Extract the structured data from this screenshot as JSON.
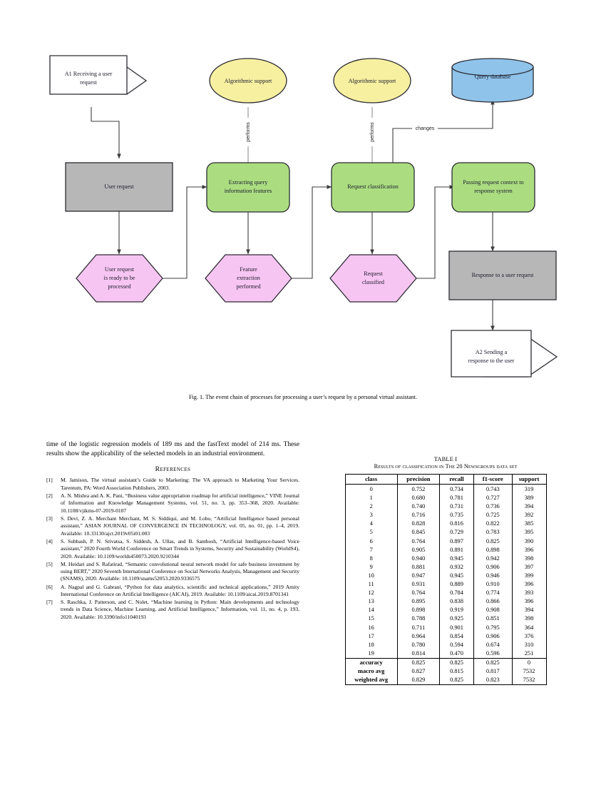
{
  "figure": {
    "caption": "Fig. 1.  The event chain of processes for processing a user’s request by a personal virtual assistant.",
    "colors": {
      "yellow": "#f7f0a0",
      "green": "#abdd80",
      "pink": "#f7c5f1",
      "blue": "#8fc3ea",
      "gray": "#b7b7b7",
      "white": "#ffffff",
      "outline": "#2b2b33"
    },
    "nodes": {
      "start_event": "A1 Receiving a user request",
      "user_request_obj": "User request",
      "user_request_state": "User request is ready to be processed",
      "algorithmic_support_1": "Algorithmic support",
      "extracting_features": "Extracting query information features",
      "feature_extraction_state": "Feature extraction performed",
      "algorithmic_support_2": "Algorithmic support",
      "request_classification": "Request classification",
      "request_classified_state": "Request classified",
      "query_database": "Query database",
      "passing_context": "Passing request context to response system",
      "response_obj": "Response to a user request",
      "end_event": "A2 Sending a response to the user"
    },
    "edge_labels": {
      "performs_1": "performs",
      "performs_2": "performs",
      "changes": "changes"
    }
  },
  "left_column": {
    "paragraph": "time of the logistic regression models of 189 ms and the fastText model of 214 ms. These results show the applicability of the selected models in an industrial environment.",
    "references_heading": "References",
    "references": [
      {
        "num": "[1]",
        "text": "M. Jamison, The virtual assistant’s Guide to Marketing: The VA approach to Marketing Your Services. Tarentum, PA: Word Association Publishers, 2003."
      },
      {
        "num": "[2]",
        "text": "A. N. Mishra and A. K. Pani, “Business value appropriation roadmap for artificial intelligence,” VINE Journal of Information and Knowledge Management Systems, vol. 51, no. 3, pp. 353–368, 2020. Available: 10.1108/vjikms-07-2019-0107"
      },
      {
        "num": "[3]",
        "text": "S. Devi, Z. A. Merchant Merchant, M. S. Siddiqui, and M. Lobo, “Artificial Intelligence based personal assistant,” ASIAN JOURNAL OF CONVERGENCE IN TECHNOLOGY, vol. 05, no. 01, pp. 1–4, 2019. Available: 10.33130/ajct.2019v05i01.003"
      },
      {
        "num": "[4]",
        "text": "S. Subhash, P. N. Srivatsa, S. Siddesh, A. Ullas, and B. Santhosh, “Artificial Intelligence-based Voice assistant,” 2020 Fourth World Conference on Smart Trends in Systems, Security and Sustainability (WorldS4), 2020. Available: 10.1109/worlds450073.2020.9210344"
      },
      {
        "num": "[5]",
        "text": "M. Heidari and S. Rafatirad, “Semantic convolutional neural network model for safe business investment by using BERT,” 2020 Seventh International Conference on Social Networks Analysis, Management and Security (SNAMS), 2020. Available: 10.1109/snams52053.2020.9336575"
      },
      {
        "num": "[6]",
        "text": "A. Nagpal and G. Gabrani, “Python for data analytics, scientific and technical applications,” 2019 Amity International Conference on Artificial Intelligence (AICAI), 2019. Available: 10.1109/aicai.2019.8701341"
      },
      {
        "num": "[7]",
        "text": "S. Raschka, J. Patterson, and C. Nolet, “Machine learning in Python: Main developments and technology trends in Data Science, Machine Learning, and Artificial Intelligence,” Information, vol. 11, no. 4, p. 193, 2020. Available: 10.3390/info11040193"
      }
    ]
  },
  "table": {
    "title": "TABLE I",
    "subtitle": "Results of classification in The 20 Newsgroups data set",
    "columns": [
      "class",
      "precision",
      "recall",
      "f1-score",
      "support"
    ],
    "rows": [
      [
        "0",
        "0.752",
        "0.734",
        "0.743",
        "319"
      ],
      [
        "1",
        "0.680",
        "0.781",
        "0.727",
        "389"
      ],
      [
        "2",
        "0.740",
        "0.731",
        "0.736",
        "394"
      ],
      [
        "3",
        "0.716",
        "0.735",
        "0.725",
        "392"
      ],
      [
        "4",
        "0.828",
        "0.816",
        "0.822",
        "385"
      ],
      [
        "5",
        "0.845",
        "0.729",
        "0.783",
        "395"
      ],
      [
        "6",
        "0.764",
        "0.897",
        "0.825",
        "390"
      ],
      [
        "7",
        "0.905",
        "0.891",
        "0.898",
        "396"
      ],
      [
        "8",
        "0.940",
        "0.945",
        "0.942",
        "398"
      ],
      [
        "9",
        "0.881",
        "0.932",
        "0.906",
        "397"
      ],
      [
        "10",
        "0.947",
        "0.945",
        "0.946",
        "399"
      ],
      [
        "11",
        "0.931",
        "0.889",
        "0.910",
        "396"
      ],
      [
        "12",
        "0.764",
        "0.784",
        "0.774",
        "393"
      ],
      [
        "13",
        "0.895",
        "0.838",
        "0.866",
        "396"
      ],
      [
        "14",
        "0.898",
        "0.919",
        "0.908",
        "394"
      ],
      [
        "15",
        "0.788",
        "0.925",
        "0.851",
        "398"
      ],
      [
        "16",
        "0.711",
        "0.901",
        "0.795",
        "364"
      ],
      [
        "17",
        "0.964",
        "0.854",
        "0.906",
        "376"
      ],
      [
        "18",
        "0.780",
        "0.594",
        "0.674",
        "310"
      ],
      [
        "19",
        "0.814",
        "0.470",
        "0.596",
        "251"
      ]
    ],
    "summary_rows": [
      [
        "accuracy",
        "0.825",
        "0.825",
        "0.825",
        "0"
      ],
      [
        "macro avg",
        "0.827",
        "0.815",
        "0.817",
        "7532"
      ],
      [
        "weighted avg",
        "0.829",
        "0.825",
        "0.823",
        "7532"
      ]
    ]
  }
}
